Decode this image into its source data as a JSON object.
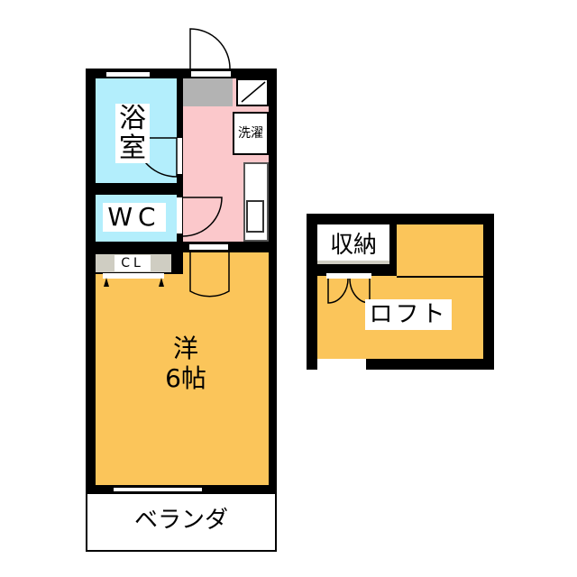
{
  "rooms": {
    "bath": "浴室",
    "bath_line1": "浴",
    "bath_line2": "室",
    "wc": "WC",
    "closet": "CL",
    "laundry": "洗濯",
    "western_line1": "洋",
    "western_line2": "6帖",
    "balcony": "ベランダ",
    "storage": "収納",
    "loft": "ロフト"
  },
  "colors": {
    "wall": "#000000",
    "wet_area": "#b3eefc",
    "kitchen": "#fbc8cb",
    "room": "#fbc55a",
    "entrance": "#b3b3b3",
    "closet": "#cfcdc2"
  }
}
